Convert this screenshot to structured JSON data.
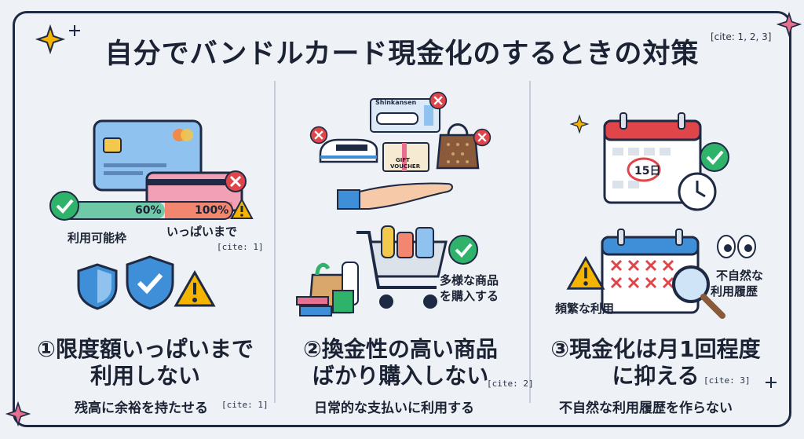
{
  "title": "自分でバンドルカード現金化のするときの対策",
  "title_cite": "[cite: 1, 2, 3]",
  "panel1": {
    "bar_60": "60%",
    "bar_100": "100%",
    "label_limit": "利用可能枠",
    "label_full": "いっぱいまで",
    "cite_small": "[cite: 1]",
    "heading_line1": "①限度額いっぱいまで",
    "heading_line2": "利用しない",
    "subtitle": "残高に余裕を持たせる",
    "subtitle_cite": "[cite: 1]"
  },
  "panel2": {
    "ticket_label": "Shinkansen",
    "voucher_line1": "GIFT",
    "voucher_line2": "VOUCHER",
    "diverse_line1": "多様な商品",
    "diverse_line2": "を購入する",
    "heading_line1": "②換金性の高い商品",
    "heading_line2": "ばかり購入しない",
    "heading_cite": "[cite: 2]",
    "subtitle": "日常的な支払いに利用する"
  },
  "panel3": {
    "calendar_day": "15日",
    "label_frequent": "頻繁な利用",
    "unnatural_line1": "不自然な",
    "unnatural_line2": "利用履歴",
    "heading_line1": "③現金化は月1回程度",
    "heading_line2": "に抑える",
    "heading_cite": "[cite: 3]",
    "subtitle": "不自然な利用履歴を作らない"
  },
  "colors": {
    "navy": "#1e2a44",
    "green": "#2fb36b",
    "red": "#e0454a",
    "warning": "#f4b400",
    "blue": "#3f8fd8"
  }
}
